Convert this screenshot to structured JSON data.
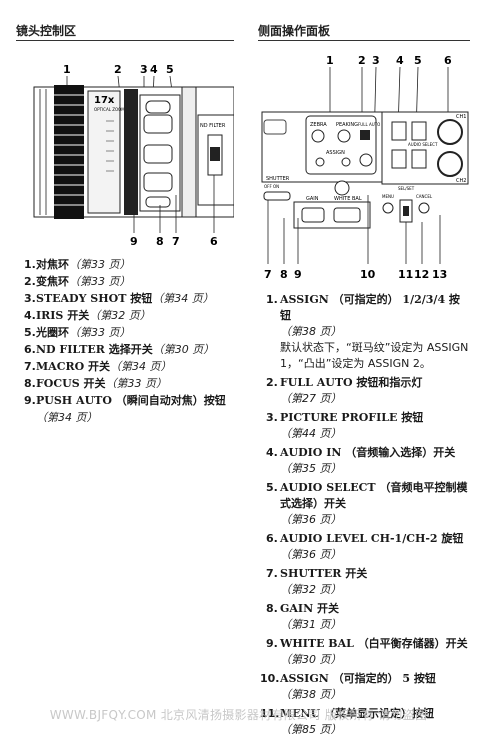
{
  "left": {
    "title": "镜头控制区",
    "callouts_top": [
      "1",
      "2",
      "3",
      "4",
      "5"
    ],
    "callouts_bottom": [
      "9",
      "8",
      "7",
      "6"
    ],
    "lens_markings": {
      "zoom": "17x",
      "zoom_sub": "OPTICAL ZOOM",
      "nd": "ND FILTER"
    },
    "items": [
      {
        "num": "1.",
        "name": "对焦环",
        "page": "（第33 页）"
      },
      {
        "num": "2.",
        "name": "变焦环",
        "page": "（第33 页）"
      },
      {
        "num": "3.",
        "name": "STEADY SHOT 按钮",
        "page": "（第34 页）"
      },
      {
        "num": "4.",
        "name": "IRIS 开关",
        "page": "（第32 页）"
      },
      {
        "num": "5.",
        "name": "光圈环",
        "page": "（第33 页）"
      },
      {
        "num": "6.",
        "name": "ND FILTER 选择开关",
        "page": "（第30 页）"
      },
      {
        "num": "7.",
        "name": "MACRO 开关",
        "page": "（第34 页）"
      },
      {
        "num": "8.",
        "name": "FOCUS 开关",
        "page": "（第33 页）"
      },
      {
        "num": "9.",
        "name": "PUSH AUTO （瞬间自动对焦）按钮",
        "page": "（第34 页）"
      }
    ]
  },
  "right": {
    "title": "侧面操作面板",
    "callouts_top": [
      "1",
      "2",
      "3",
      "4",
      "5",
      "6"
    ],
    "callouts_bottom": [
      "7",
      "8",
      "9",
      "10",
      "11",
      "12",
      "13"
    ],
    "panel_labels": {
      "zebra": "ZEBRA",
      "peaking": "PEAKING",
      "full_auto": "FULL AUTO",
      "assign": "ASSIGN",
      "shutter": "SHUTTER",
      "shutter_sub": "OFF  ON",
      "gain": "GAIN",
      "white_bal": "WHITE BAL",
      "menu": "MENU",
      "sel_set": "SEL/SET",
      "cancel": "CANCEL",
      "audio_select": "AUDIO SELECT",
      "ch1": "CH1",
      "ch2": "CH2"
    },
    "items": [
      {
        "num": "1.",
        "name": "ASSIGN （可指定的） 1/2/3/4 按钮",
        "page": "（第38 页）",
        "note": "默认状态下，“斑马纹”设定为 ASSIGN 1，“凸出”设定为 ASSIGN 2。"
      },
      {
        "num": "2.",
        "name": "FULL AUTO 按钮和指示灯",
        "page": "（第27 页）",
        "note": ""
      },
      {
        "num": "3.",
        "name": "PICTURE PROFILE 按钮",
        "page": "（第44 页）",
        "note": ""
      },
      {
        "num": "4.",
        "name": "AUDIO IN （音频输入选择）开关",
        "page": "（第35 页）",
        "note": ""
      },
      {
        "num": "5.",
        "name": "AUDIO SELECT （音频电平控制模式选择）开关",
        "page": "（第36 页）",
        "note": ""
      },
      {
        "num": "6.",
        "name": "AUDIO LEVEL CH-1/CH-2 旋钮",
        "page": "（第36 页）",
        "note": ""
      },
      {
        "num": "7.",
        "name": "SHUTTER 开关",
        "page": "（第32 页）",
        "note": ""
      },
      {
        "num": "8.",
        "name": "GAIN 开关",
        "page": "（第31 页）",
        "note": ""
      },
      {
        "num": "9.",
        "name": "WHITE BAL （白平衡存储器）开关",
        "page": "（第30 页）",
        "note": ""
      },
      {
        "num": "10.",
        "name": "ASSIGN （可指定的） 5 按钮",
        "page": "（第38 页）",
        "note": ""
      },
      {
        "num": "11.",
        "name": "MENU （菜单显示设定）按钮",
        "page": "（第85 页）",
        "note": ""
      }
    ]
  },
  "watermark": "WWW.BJFQY.COM 北京风清扬摄影器材有限公司 版权所有 请勿盗图"
}
